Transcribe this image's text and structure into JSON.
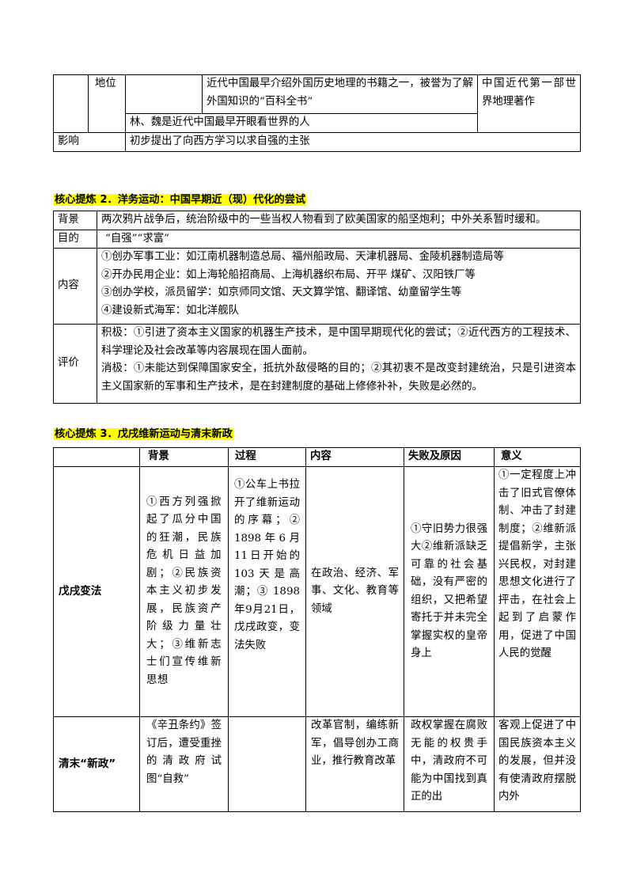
{
  "table1": {
    "row_position": "地位",
    "position_text_a": "近代中国最早介绍外国历史地理的书籍之一，被誉为了解外国知识的“百科全书”",
    "position_text_b": "中国近代第一部世界地理著作",
    "position_text_c": "林、魏是近代中国最早开眼看世界的人",
    "row_influence": "影响",
    "influence_text": "初步提出了向西方学习以求自强的主张"
  },
  "section2": {
    "heading": "核心提炼 2．洋务运动：中国早期近（现）代化的尝试",
    "rows": {
      "background_label": "背景",
      "background_text": "两次鸦片战争后，统治阶级中的一些当权人物看到了欧美国家的船坚炮利；中外关系暂时缓和。",
      "purpose_label": "目的",
      "purpose_text": "“自强”“求富”",
      "content_label": "内容",
      "content_lines": [
        "①创办军事工业：如江南机器制造总局、福州船政局、天津机器局、金陵机器制造局等",
        "②开办民用企业：如上海轮船招商局、上海机器织布局、开平 煤矿、汉阳铁厂等",
        "③创办学校，派员留学：如京师同文馆、天文算学馆、翻译馆、幼童留学生等",
        "④建设新式海军：如北洋舰队"
      ],
      "evaluation_label": "评价",
      "evaluation_positive": "积极：①引进了资本主义国家的机器生产技术，是中国早期现代化的尝试；②近代西方的工程技术、科学理论及社会改革等内容展现在国人面前。",
      "evaluation_negative": "消极：①未能达到保障国家安全，抵抗外敌侵略的目的；②其初衷不是改变封建统治，只是引进资本主义国家新的军事和生产技术，是在封建制度的基础上修修补补，失败是必然的。"
    }
  },
  "section3": {
    "heading": "核心提炼 3．戊戌维新运动与清末新政",
    "headers": [
      "背景",
      "过程",
      "内容",
      "失败及原因",
      "意义"
    ],
    "rows": [
      {
        "name": "戊戌变法",
        "background": "①西方列强掀起了瓜分中国的狂潮，民族危机日益加剧；②民族资本主义初步发展，民族资产阶级力量壮大；③维新志士们宣传维新思想",
        "process": "①公车上书拉开了维新运动的序幕；② 1898年6月11日开始的103天是高潮；③ 1898年9月21日，戊戌政变，变法失败",
        "content": "在政治、经济、军事、文化、教育等领域",
        "failure": "①守旧势力很强大②维新派缺乏可靠的社会基础，没有严密的组织，又把希望寄托于并未完全掌握实权的皇帝身上",
        "significance": "①一定程度上冲击了旧式官僚体制、冲击了封建制度；②维新派提倡新学，主张兴民权，对封建思想文化进行了抨击，在社会上起到了启蒙作用，促进了中国人民的觉醒"
      },
      {
        "name": "清末“新政”",
        "background": "《辛丑条约》签订后，遭受重挫的清政府试图“自救”",
        "process": "",
        "content": "改革官制，编练新军，倡导创办工商业，推行教育改革",
        "failure": "政权掌握在腐败无能的权贵手中，清政府不可能为中国找到真正的出",
        "significance": "客观上促进了中国民族资本主义的发展，但并没有使清政府摆脱内外"
      }
    ]
  }
}
